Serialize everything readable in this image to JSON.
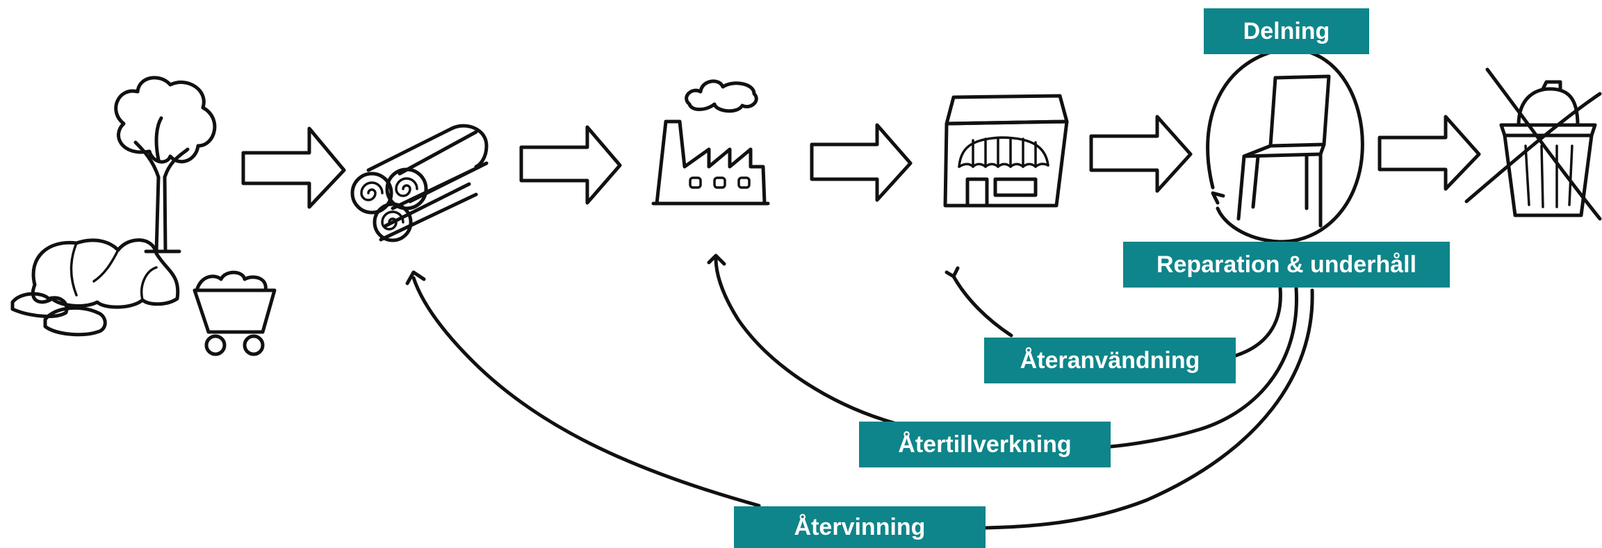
{
  "colors": {
    "label_bg": "#0e858a",
    "label_text": "#ffffff",
    "ink": "#111111"
  },
  "labels": {
    "delning": "Delning",
    "reparation": "Reparation & underhåll",
    "ateranvandning": "Återanvändning",
    "atertillverkning": "Återtillverkning",
    "atervinning": "Återvinning"
  },
  "icons": [
    "tree-rocks-ore-cart-icon",
    "logs-icon",
    "factory-icon",
    "shop-icon",
    "chair-icon",
    "crossed-trash-can-icon"
  ]
}
